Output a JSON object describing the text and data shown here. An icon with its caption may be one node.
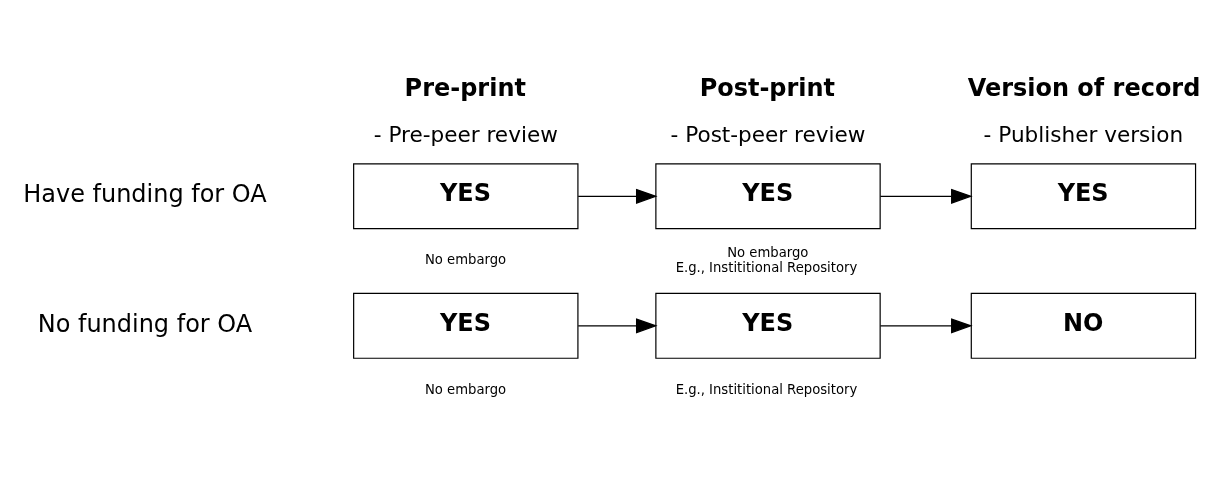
{
  "diagram": {
    "nodes": [
      {
        "text": [
          "YES"
        ],
        "beside": [
          "No embargo"
        ]
      },
      {
        "text": [
          "YES"
        ],
        "beside": [
          "No embargo",
          "E.g., Instititional Repository"
        ]
      },
      {
        "text": [
          "YES"
        ]
      },
      {
        "text": [
          "YES"
        ],
        "beside": [
          "No embargo"
        ]
      },
      {
        "text": [
          "YES"
        ],
        "beside": [
          "E.g., Instititional Repository"
        ]
      },
      {
        "text": [
          "NO"
        ]
      }
    ],
    "edges": [
      {
        "from": 0,
        "to": 1,
        "arrow": "to"
      },
      {
        "from": 1,
        "to": 2,
        "arrow": "to"
      },
      {
        "from": 3,
        "to": 4,
        "arrow": "to"
      },
      {
        "from": 4,
        "to": 5,
        "arrow": "to"
      }
    ],
    "labels": [
      "Pre-print",
      "- Pre-peer review",
      "Post-print",
      "- Post-peer review",
      "Version of record",
      "- Publisher version",
      "Have funding for OA",
      "No funding for OA"
    ]
  }
}
